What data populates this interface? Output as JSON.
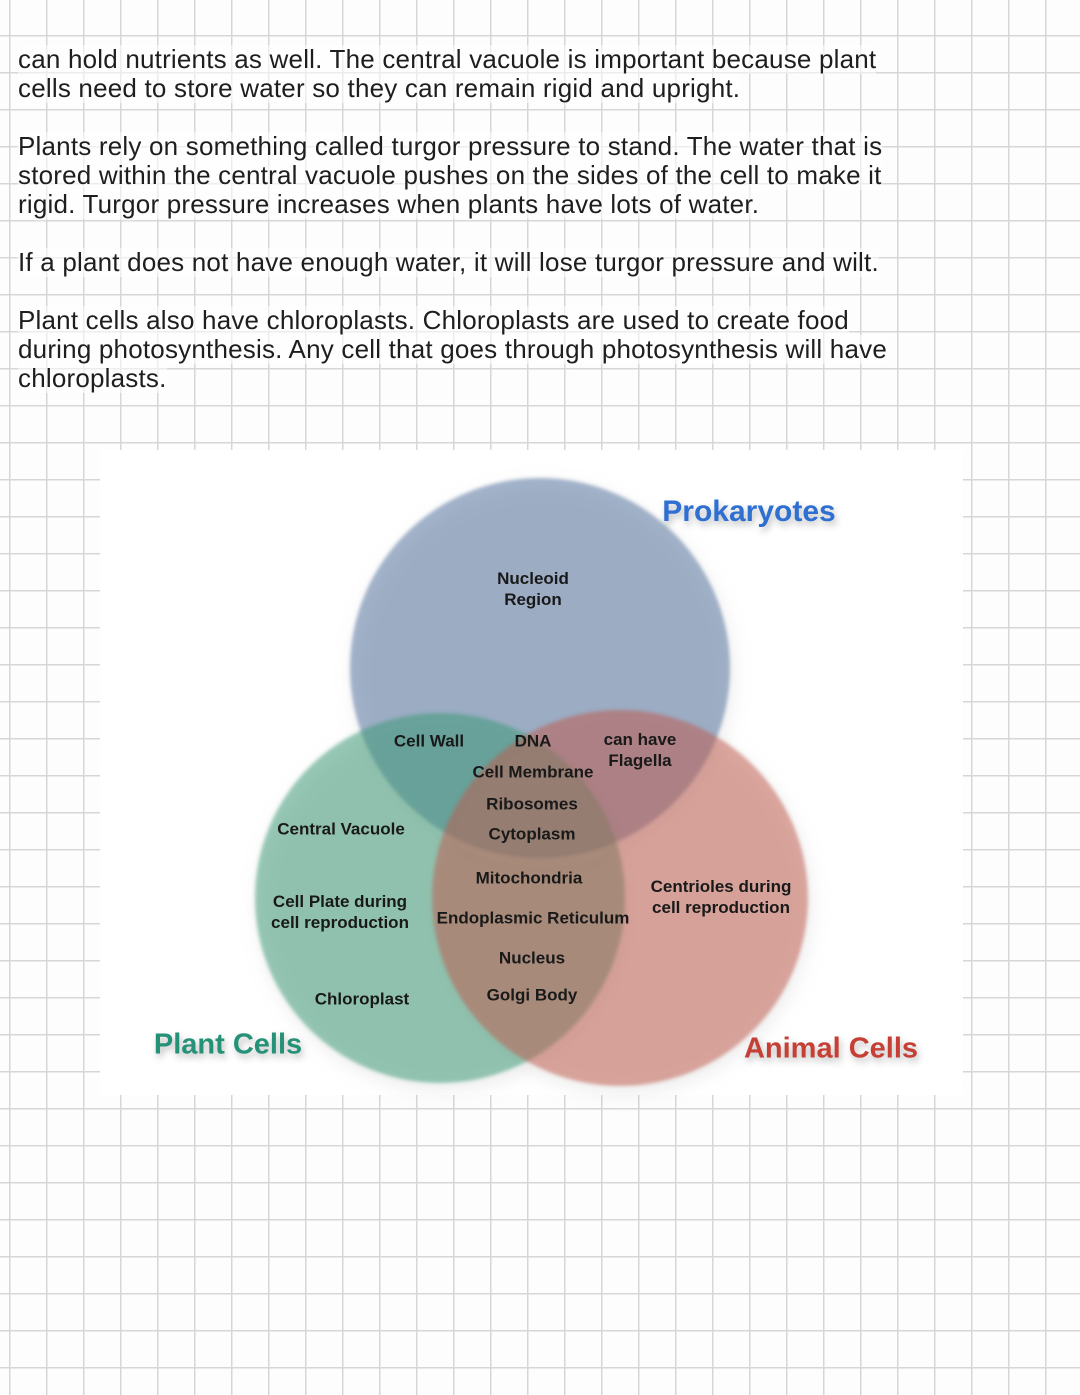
{
  "document": {
    "paragraphs": [
      {
        "lines": [
          "can hold nutrients as well. The central vacuole is important because plant",
          "cells need to store water so they can remain rigid and upright."
        ]
      },
      {
        "lines": [
          "Plants rely on something called turgor pressure to stand. The water that is",
          "stored within the central vacuole pushes on the sides of the cell to make it",
          "rigid. Turgor pressure increases when plants have lots of water."
        ]
      },
      {
        "lines": [
          "If a plant does not have enough water, it will lose turgor pressure and wilt."
        ]
      },
      {
        "lines": [
          "Plant cells also have chloroplasts. Chloroplasts are used to create food",
          "during photosynthesis. Any cell that goes through photosynthesis will have",
          "chloroplasts."
        ]
      }
    ]
  },
  "venn": {
    "titles": {
      "prokaryotes": "Prokaryotes",
      "plant": "Plant Cells",
      "animal": "Animal Cells"
    },
    "title_colors": {
      "prokaryotes": "#2e6fd2",
      "plant": "#259176",
      "animal": "#c63f35"
    },
    "circle_colors": {
      "prokaryotes": "#51719e",
      "plant": "#3a9a74",
      "animal": "#c05c4e"
    },
    "labels": {
      "nucleoid_region": "Nucleoid\nRegion",
      "cell_wall": "Cell Wall",
      "dna": "DNA",
      "can_have_flagella": "can have\nFlagella",
      "cell_membrane": "Cell Membrane",
      "ribosomes": "Ribosomes",
      "cytoplasm": "Cytoplasm",
      "central_vacuole": "Central Vacuole",
      "mitochondria": "Mitochondria",
      "cell_plate": "Cell Plate during\ncell reproduction",
      "endoplasmic_reticulum": "Endoplasmic Reticulum",
      "centrioles": "Centrioles during\ncell reproduction",
      "nucleus": "Nucleus",
      "golgi_body": "Golgi Body",
      "chloroplast": "Chloroplast"
    },
    "regions": {
      "prokaryotes_only": [
        "Nucleoid Region"
      ],
      "prokaryotes_and_plant": [
        "Cell Wall"
      ],
      "prokaryotes_and_animal": [
        "can have Flagella"
      ],
      "all_three": [
        "DNA",
        "Cell Membrane",
        "Ribosomes",
        "Cytoplasm"
      ],
      "plant_only": [
        "Central Vacuole",
        "Cell Plate during cell reproduction",
        "Chloroplast"
      ],
      "plant_and_animal": [
        "Mitochondria",
        "Endoplasmic Reticulum",
        "Nucleus",
        "Golgi Body"
      ],
      "animal_only": [
        "Centrioles during cell reproduction"
      ]
    },
    "page_colors": {
      "background": "#fdfdfd",
      "grid_line": "#d6d6d6",
      "body_text": "#1e1e1e"
    }
  }
}
